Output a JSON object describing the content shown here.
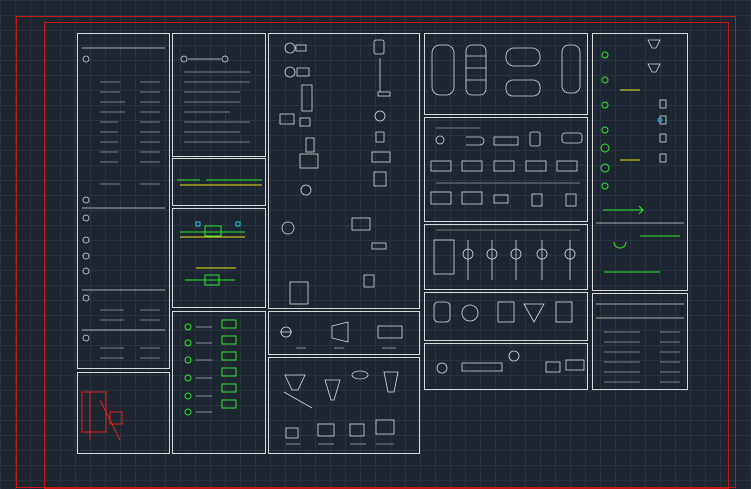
{
  "drawing": {
    "panels": [
      {
        "id": "p1",
        "title": ""
      },
      {
        "id": "p2",
        "title": ""
      },
      {
        "id": "p3",
        "title": ""
      },
      {
        "id": "p4",
        "title": ""
      },
      {
        "id": "p5",
        "title": ""
      },
      {
        "id": "p6",
        "title": ""
      },
      {
        "id": "p7",
        "title": ""
      },
      {
        "id": "p8",
        "title": ""
      },
      {
        "id": "p9",
        "title": ""
      },
      {
        "id": "p10",
        "title": ""
      },
      {
        "id": "p11",
        "title": ""
      },
      {
        "id": "p12",
        "title": ""
      },
      {
        "id": "p13",
        "title": ""
      },
      {
        "id": "p14",
        "title": ""
      },
      {
        "id": "p15",
        "title": ""
      },
      {
        "id": "p16",
        "title": ""
      },
      {
        "id": "p17",
        "title": ""
      }
    ],
    "colors": {
      "background": "#1d2530",
      "grid": "#2a3441",
      "border_red": "#c21818",
      "panel_line": "#d8d8d8",
      "symbol_green": "#2ee82e",
      "symbol_yellow": "#e8e020",
      "symbol_red": "#e02020",
      "symbol_cyan": "#20c8e8"
    }
  }
}
